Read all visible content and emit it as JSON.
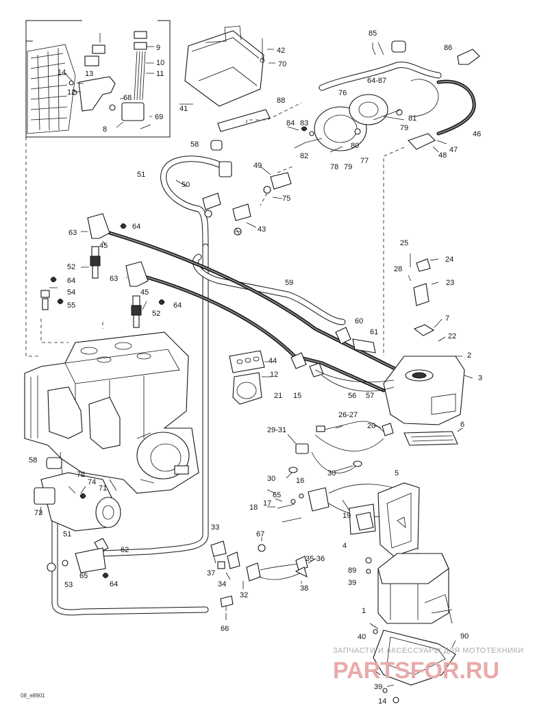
{
  "ref_code": "08_e8901",
  "watermark": {
    "line1": "ЗАПЧАСТИ И АКСЕССУАРЫ ДЛЯ МОТОТЕХНИКИ",
    "line2": "PARTSFOR.RU"
  },
  "callouts": {
    "c1": "1",
    "c2": "2",
    "c3": "3",
    "c4": "4",
    "c5": "5",
    "c6": "6",
    "c7": "7",
    "c8": "8",
    "c9": "9",
    "c10": "10",
    "c11": "11",
    "c12": "12",
    "c13": "13",
    "c14a": "14",
    "c14b": "14",
    "c15": "15",
    "c16": "16",
    "c17": "17",
    "c18": "18",
    "c19": "19",
    "c20": "20",
    "c21": "21",
    "c22": "22",
    "c23": "23",
    "c24": "24",
    "c25": "25",
    "c26": "26-27",
    "c28": "28",
    "c29": "29-31",
    "c30a": "30",
    "c30b": "30",
    "c32": "32",
    "c33": "33",
    "c34": "34",
    "c35": "35-36",
    "c37": "37",
    "c38": "38",
    "c39a": "39",
    "c39b": "39",
    "c40": "40",
    "c41": "41",
    "c42": "42",
    "c43": "43",
    "c44": "44",
    "c45a": "45",
    "c45b": "45",
    "c46": "46",
    "c47": "47",
    "c48": "48",
    "c49": "49",
    "c50": "50",
    "c51a": "51",
    "c51b": "51",
    "c52a": "52",
    "c52b": "52",
    "c53": "53",
    "c54": "54",
    "c55": "55",
    "c56": "56",
    "c57": "57",
    "c58a": "58",
    "c58b": "58",
    "c59": "59",
    "c60": "60",
    "c61": "61",
    "c62": "62",
    "c63a": "63",
    "c63b": "63",
    "c64a": "64",
    "c64b": "64",
    "c64c": "64",
    "c64d": "64",
    "c6487": "64-87",
    "c65a": "65",
    "c65b": "65",
    "c66": "66",
    "c67": "67",
    "c68": "68",
    "c69": "69",
    "c70": "70",
    "c71": "71",
    "c72": "72",
    "c73": "73",
    "c74": "74",
    "c75": "75",
    "c76": "76",
    "c77": "77",
    "c78": "78",
    "c79a": "79",
    "c79b": "79",
    "c80": "80",
    "c81": "81",
    "c82": "82",
    "c83": "83",
    "c84": "84",
    "c85": "85",
    "c86": "86",
    "c88": "88",
    "c89": "89",
    "c90": "90"
  },
  "colors": {
    "line": "#111111",
    "watermark_red": "#e9a9a9",
    "watermark_grey": "#aaaaaa"
  }
}
